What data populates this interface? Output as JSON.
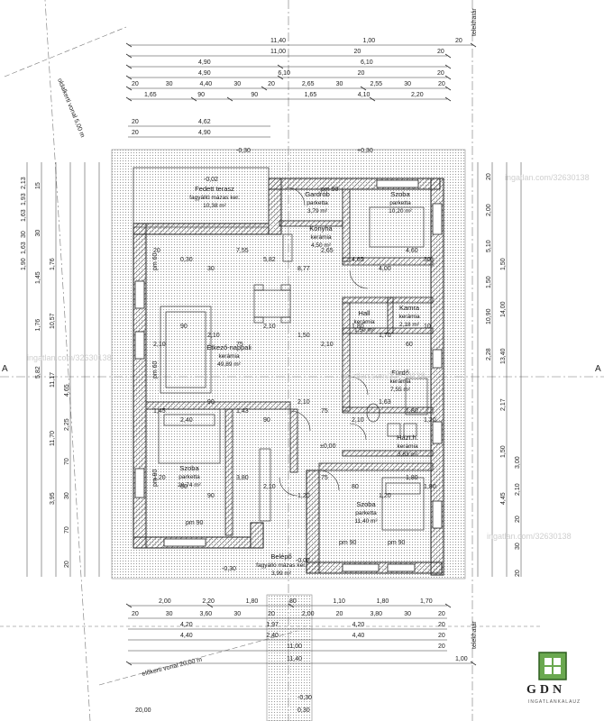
{
  "rooms": [
    {
      "id": "terrace",
      "name": "Fedett terasz",
      "floor": "fagyálló mázas ker.",
      "area": "10,38 m²"
    },
    {
      "id": "wardrobe",
      "name": "Gardrób",
      "floor": "parketta",
      "area": "3,79 m²"
    },
    {
      "id": "bedroom1",
      "name": "Szoba",
      "floor": "parketta",
      "area": "10,20 m²"
    },
    {
      "id": "kitchen",
      "name": "Konyha",
      "floor": "kerámia",
      "area": "4,50 m²"
    },
    {
      "id": "dining",
      "name": "Étkező-nappali",
      "floor": "kerámia",
      "area": "49,89 m²"
    },
    {
      "id": "pantry",
      "name": "Kamra",
      "floor": "kerámia",
      "area": "2,18 m²"
    },
    {
      "id": "hall",
      "name": "Hall",
      "floor": "kerámia",
      "area": "1,50 m²"
    },
    {
      "id": "bath",
      "name": "Fürdő",
      "floor": "kerámia",
      "area": "7,55 m²"
    },
    {
      "id": "utility",
      "name": "Házt.h.",
      "floor": "kerámia",
      "area": "3,83 m²"
    },
    {
      "id": "bedroom2",
      "name": "Szoba",
      "floor": "parketta",
      "area": "20,74 m²"
    },
    {
      "id": "bedroom3",
      "name": "Szoba",
      "floor": "parketta",
      "area": "11,40 m²"
    },
    {
      "id": "entry",
      "name": "Belépő",
      "floor": "fagyálló mázas ker.",
      "area": "3,99 m²"
    }
  ],
  "labels": {
    "zero_level": "±0,00",
    "level_030": "-0,30",
    "level_002": "-0,02",
    "level_plus030": "+0,30",
    "section_a": "A",
    "setback": "előkerti vonal 20,00 m",
    "side_setback": "oldalkerti vonal 5,00 m",
    "boundary": "telekhatár",
    "pm90": "pm 90",
    "pm60": "pm 60",
    "company": "GDN",
    "company_sub": "INGATLANKALAUZ",
    "watermark": "ingatlan.com/32630138"
  },
  "dims_top": {
    "row1": [
      "11,40",
      "1,00",
      "20"
    ],
    "row2": [
      "11,00",
      "20",
      "20"
    ],
    "row3": [
      "4,90",
      "6,10"
    ],
    "row4": [
      "4,90",
      "6,10",
      "20",
      "20"
    ],
    "row5": [
      "20",
      "30",
      "4,40",
      "30",
      "20",
      "2,65",
      "30",
      "2,55",
      "30",
      "20"
    ],
    "row6": [
      "1,65",
      "90",
      "90",
      "1,65",
      "4,10",
      "2,20"
    ],
    "row7": [
      "4,62",
      "20"
    ],
    "row8": [
      "4,90",
      "20"
    ]
  },
  "dims_bottom": {
    "row1": [
      "2,00",
      "2,20",
      "1,80",
      "80",
      "1,10",
      "1,80",
      "1,70"
    ],
    "row2": [
      "20",
      "30",
      "3,60",
      "30",
      "20",
      "2,00",
      "20",
      "3,80",
      "30",
      "20"
    ],
    "row3": [
      "4,20",
      "1,97",
      "4,20",
      "20"
    ],
    "row4": [
      "4,40",
      "2,40",
      "4,40",
      "20"
    ],
    "row5": [
      "11,00",
      "20"
    ],
    "row6": [
      "11,40",
      "1,00"
    ],
    "row7": [
      "20,00",
      "0,30"
    ]
  },
  "dims_left": [
    "2,13",
    "1,93",
    "1,63",
    "30",
    "1,63",
    "1,90",
    "15",
    "30",
    "1,45",
    "1,76",
    "5,82",
    "1,76",
    "10,57",
    "11,17",
    "11,70",
    "3,95",
    "4,65",
    "2,25",
    "70",
    "30",
    "70",
    "20"
  ],
  "dims_right": [
    "20",
    "2,00",
    "5,10",
    "1,50",
    "10,90",
    "2,28",
    "1,50",
    "14,00",
    "13,40",
    "2,17",
    "1,50",
    "4,45",
    "3,00",
    "2,10",
    "20",
    "30",
    "20"
  ],
  "interior_dims": [
    "20",
    "0,30",
    "30",
    "7,55",
    "5,82",
    "8,77",
    "2,65",
    "4,65",
    "4,00",
    "4,60",
    "30",
    "2,10",
    "90",
    "2,10",
    "75",
    "2,10",
    "1,50",
    "2,10",
    "1,80",
    "1,70",
    "60",
    "10",
    "1,45",
    "2,40",
    "90",
    "1,43",
    "90",
    "2,10",
    "75",
    "2,10",
    "1,63",
    "1,80",
    "1,20",
    "1,20",
    "60",
    "90",
    "3,80",
    "2,10",
    "1,20",
    "75",
    "80",
    "1,20",
    "1,80",
    "1,80"
  ]
}
